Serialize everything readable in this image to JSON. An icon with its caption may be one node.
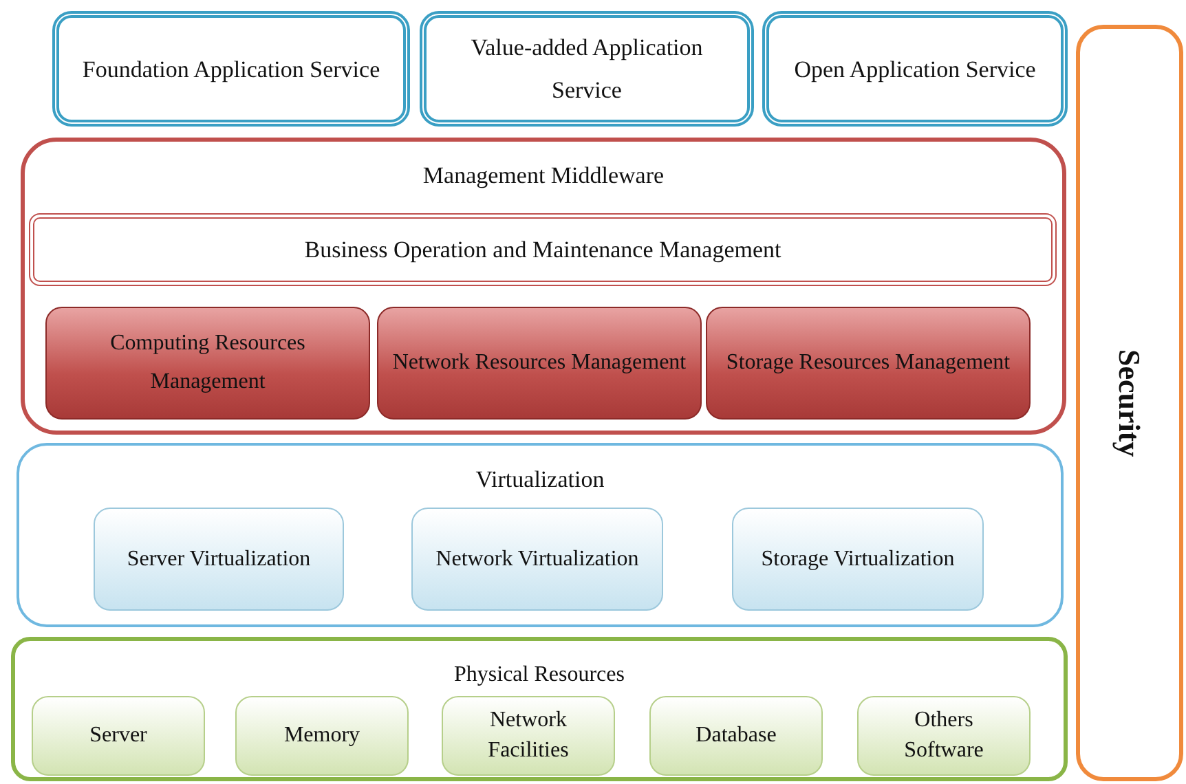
{
  "diagram": {
    "nodes": [
      {
        "text": [
          "Foundation Application Service"
        ]
      },
      {
        "text": [
          "Value-added Application Service"
        ]
      },
      {
        "text": [
          "Open Application Service"
        ]
      },
      {
        "text": [
          "Management Middleware"
        ]
      },
      {
        "text": [
          "Business Operation and Maintenance Management"
        ],
        "in": 3
      },
      {
        "text": [
          "Computing Resources Management"
        ],
        "in": 3
      },
      {
        "text": [
          "Network Resources Management"
        ],
        "in": 3
      },
      {
        "text": [
          "Storage Resources Management"
        ],
        "in": 3
      },
      {
        "text": [
          "Virtualization"
        ]
      },
      {
        "text": [
          "Server Virtualization"
        ],
        "in": 8
      },
      {
        "text": [
          "Network Virtualization"
        ],
        "in": 8
      },
      {
        "text": [
          "Storage Virtualization"
        ],
        "in": 8
      },
      {
        "text": [
          "Physical Resources"
        ]
      },
      {
        "text": [
          "Server"
        ],
        "in": 12
      },
      {
        "text": [
          "Memory"
        ],
        "in": 12
      },
      {
        "text": [
          "Network Facilities"
        ],
        "in": 12
      },
      {
        "text": [
          "Database"
        ],
        "in": 12
      },
      {
        "text": [
          "Others Software"
        ],
        "in": 12
      },
      {
        "text": [
          "Security"
        ]
      }
    ],
    "edges": []
  }
}
